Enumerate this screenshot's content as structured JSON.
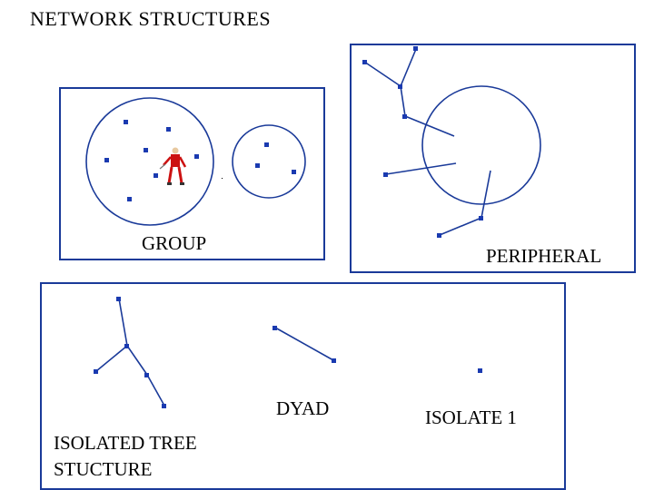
{
  "title": "NETWORK STRUCTURES",
  "colors": {
    "border": "#1a3a99",
    "line": "#1a3a99",
    "node": "#1a3ab0",
    "person": "#cc1111"
  },
  "labels": {
    "group": "GROUP",
    "peripheral": "PERIPHERAL",
    "dyad": "DYAD",
    "isolate": "ISOLATE 1",
    "isolated_tree_line1": "ISOLATED TREE",
    "isolated_tree_line2": "STUCTURE"
  },
  "icons": {
    "person": "red-figure-icon"
  }
}
